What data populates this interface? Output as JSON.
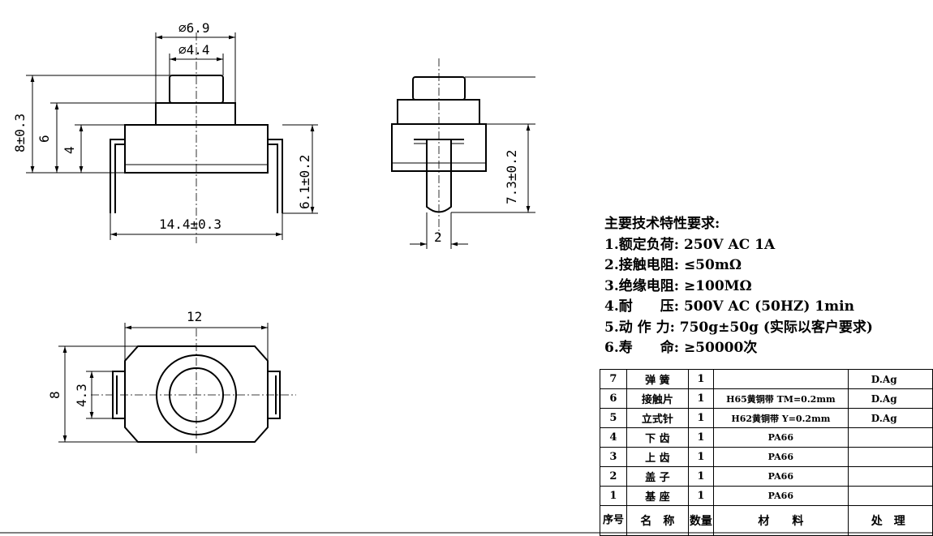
{
  "dimensions": {
    "top_outer_dia": "⌀6.9",
    "top_inner_dia": "⌀4.4",
    "height_total": "8±0.3",
    "height_body": "6",
    "height_base": "4",
    "pin_length": "6.1±0.2",
    "width_total": "14.4±0.3",
    "side_height": "7.3±0.2",
    "side_pin_width": "2",
    "bottom_width": "12",
    "bottom_height": "8",
    "bottom_inner": "4.3"
  },
  "requirements": {
    "title": "主要技术特性要求:",
    "lines": [
      "1.额定负荷: 250V AC 1A",
      "2.接触电阻: ≤50mΩ",
      "3.绝缘电阻: ≥100MΩ",
      "4.耐　　压: 500V AC (50HZ) 1min",
      "5.动 作 力: 750g±50g (实际以客户要求)",
      "6.寿　　命: ≥50000次"
    ]
  },
  "bom": {
    "rows": [
      {
        "no": "7",
        "name": "弹 簧",
        "qty": "1",
        "material": "",
        "treatment": "D.Ag"
      },
      {
        "no": "6",
        "name": "接触片",
        "qty": "1",
        "material": "H65黄铜带 TM=0.2mm",
        "treatment": "D.Ag"
      },
      {
        "no": "5",
        "name": "立式针",
        "qty": "1",
        "material": "H62黄铜带 Y=0.2mm",
        "treatment": "D.Ag"
      },
      {
        "no": "4",
        "name": "下 齿",
        "qty": "1",
        "material": "PA66",
        "treatment": ""
      },
      {
        "no": "3",
        "name": "上 齿",
        "qty": "1",
        "material": "PA66",
        "treatment": ""
      },
      {
        "no": "2",
        "name": "盖 子",
        "qty": "1",
        "material": "PA66",
        "treatment": ""
      },
      {
        "no": "1",
        "name": "基 座",
        "qty": "1",
        "material": "PA66",
        "treatment": ""
      }
    ],
    "header": {
      "no": "序号",
      "name": "名　称",
      "qty": "数量",
      "material": "材　　料",
      "treatment": "处　理"
    }
  }
}
